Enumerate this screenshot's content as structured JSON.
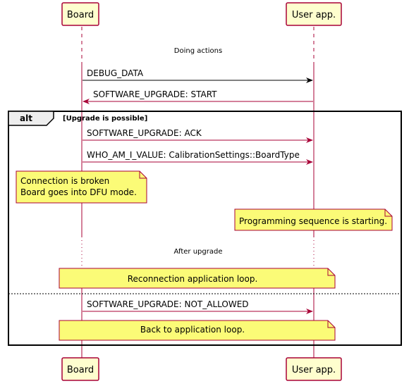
{
  "participants": {
    "board": "Board",
    "user_app": "User app."
  },
  "dividers": {
    "doing_actions": "Doing actions",
    "after_upgrade": "After upgrade"
  },
  "messages": {
    "debug_data": "DEBUG_DATA",
    "software_upgrade_start": "SOFTWARE_UPGRADE: START",
    "software_upgrade_ack": "SOFTWARE_UPGRADE: ACK",
    "who_am_i_value": "WHO_AM_I_VALUE: CalibrationSettings::BoardType",
    "software_upgrade_not_allowed": "SOFTWARE_UPGRADE: NOT_ALLOWED"
  },
  "alt_fragment": {
    "keyword": "alt",
    "guard": "[Upgrade is possible]"
  },
  "notes": {
    "connection_line1": "Connection is broken",
    "connection_line2": "Board goes into DFU mode.",
    "programming": "Programming sequence is starting.",
    "reconnection": "Reconnection application loop.",
    "back_to_app": "Back to application loop."
  },
  "colors": {
    "participant_fill": "#FEFECE",
    "participant_border": "#A80036",
    "lifeline": "#A80036",
    "arrow": "#A80036",
    "note_fill": "#FBFB77",
    "note_border": "#A80036",
    "frame": "#000000"
  }
}
